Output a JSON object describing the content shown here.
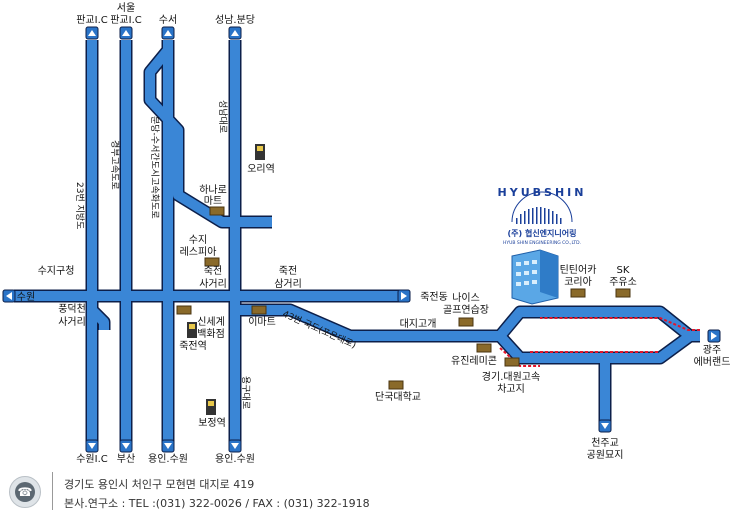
{
  "company": {
    "name_en": "HYUBSHIN",
    "name_ko": "(주) 협신엔지니어링",
    "name_sub": "HYUB SHIN ENGINEERING CO.,LTD."
  },
  "labels": {
    "pangyo_ic": "판교I.C",
    "seoul": "서울",
    "seoul_pangyo": "판교I.C",
    "suseo": "수서",
    "seongnam": "성남.분당",
    "suji_gucheong": "수지구청",
    "suwon_left": "수원",
    "jukjeon_dong": "죽전동",
    "pungdeokcheon": "풍덕천",
    "pungdeokcheon2": "사거리",
    "hanaro": "하나로",
    "hanaro2": "마트",
    "suji": "수지",
    "respia": "레스피아",
    "jukjeon_sa": "죽전",
    "jukjeon_sa2": "사거리",
    "jukjeon_sam": "죽전",
    "jukjeon_sam2": "삼거리",
    "shinsegae": "신세계",
    "shinsegae2": "백화점",
    "emart": "이마트",
    "jukjeon_station": "죽전역",
    "ori_station": "오리역",
    "bojeong_station": "보정역",
    "nice_golf": "나이스",
    "nice_golf2": "골프연습장",
    "daeji_gogae": "대지고개",
    "yujin_remicon": "유진레미콘",
    "gyeonggi_bus": "경기.대원고속",
    "gyeonggi_bus2": "차고지",
    "dankook": "단국대학교",
    "tintin": "틴틴어카",
    "tintin2": "코리아",
    "sk": "SK",
    "sk2": "주유소",
    "gwangju": "광주",
    "everland": "에버랜드",
    "cheonju": "천주교",
    "cheonju2": "공원묘지",
    "suwon_ic": "수원I.C",
    "busan": "부산",
    "yongin_suwon1": "용인.수원",
    "yongin_suwon2": "용인.수원",
    "road_43": "43번 국도(포은대로)",
    "road_23": "23번 지방도",
    "road_gyeongbu": "경부고속도로",
    "road_bundang": "분당-수서간도시고속화도로",
    "road_seongnam": "성남대로",
    "road_yongu": "용구대로"
  },
  "footer": {
    "address": "경기도 용인시 처인구 모현면 대지로 419",
    "tel": "본사.연구소 : TEL :(031) 322-0026  /  FAX : (031) 322-1918"
  },
  "colors": {
    "road": "#3a86d6",
    "road_edge": "#0c1f4a",
    "route": "#e3152b",
    "landmark": "#8a6a2a",
    "building": "#5aa7e6"
  }
}
